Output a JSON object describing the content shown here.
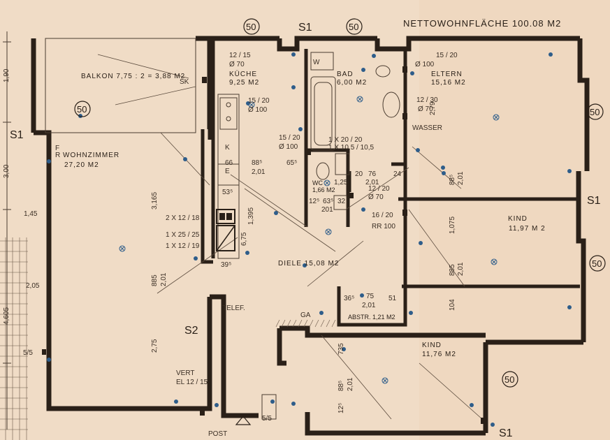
{
  "title": "NETTOWOHNFLÄCHE 100.08 M2",
  "markers": {
    "circle_50": "50",
    "s1": "S1",
    "s2": "S2"
  },
  "rooms": {
    "balkon": "BALKON 7,75 : 2 = 3,88 M2",
    "kueche_name": "KÜCHE",
    "kueche_area": "9,25 M2",
    "bad_name": "BAD",
    "bad_area": "6,00 M2",
    "eltern_name": "ELTERN",
    "eltern_area": "15,16 M2",
    "wohnzimmer_name": "WOHNZIMMER",
    "wohnzimmer_area": "27,20 M2",
    "wc_name": "WC",
    "wc_area": "1,66 M2",
    "kind1_name": "KIND",
    "kind1_area": "11,97 M 2",
    "diele": "DIELE 15,08 M2",
    "abstr": "ABSTR. 1,21 M2",
    "kind2_name": "KIND",
    "kind2_area": "11,76 M2"
  },
  "annotations": {
    "sk": "SK",
    "kueche_vent": "12 / 15",
    "kueche_vent_d": "Ø 70",
    "kueche_vent2": "15 / 20",
    "kueche_vent2_d": "Ø 100",
    "eltern_vent": "15 / 20",
    "eltern_vent_d": "Ø 100",
    "eltern_vent2": "12 / 30",
    "eltern_vent2_d": "Ø 70",
    "wasser": "WASSER",
    "diele_vent": "15 / 20",
    "diele_vent_d": "Ø 100",
    "bad_shaft1": "1 X 20 / 20",
    "bad_shaft2": "1 X 10,5 / 10,5",
    "wc_vent": "12 / 20",
    "wc_vent_d": "Ø 70",
    "rr_vent": "16 / 20",
    "rr100": "RR 100",
    "chimney1": "2 X 12 / 18",
    "chimney2": "1 X 25 / 25",
    "chimney3": "1 X 12 / 19",
    "telef": "TELEF.",
    "vert": "VERT",
    "el": "EL 12 / 15",
    "post": "POST",
    "ga": "GA",
    "w_label": "W",
    "f_label": "F",
    "r_label": "R",
    "k_label": "K",
    "e_label": "E"
  },
  "dimensions": {
    "d190": "1,90",
    "d300": "3,00",
    "d145": "1,45",
    "d205": "2,05",
    "d4605": "4,605",
    "d575a": "5/5",
    "d575b": "5/5",
    "d3165": "3,165",
    "d885a": "885",
    "d201a": "2,01",
    "d275": "2,75",
    "d66": "66",
    "d885b": "88⁵",
    "d201b": "2,01",
    "d655": "65⁵",
    "d535": "53⁵",
    "d1395": "1,395",
    "d675": "6,75",
    "d395": "39⁵",
    "d279": "2,79",
    "d201c": "2,01",
    "d885c": "88⁵",
    "d20": "20",
    "d76": "76",
    "d24": "24",
    "d201d": "2,01",
    "d125a": "1,25",
    "d125b": "12⁵",
    "d635": "63⁵",
    "d201e": "201",
    "d32": "32",
    "d1075": "1,075",
    "d885d": "885",
    "d201f": "2,01",
    "d104": "104",
    "d365": "36⁵",
    "d75": "75",
    "d51": "51",
    "d201g": "2,01",
    "d735": "735",
    "d885e": "88⁵",
    "d201h": "2,01",
    "d125c": "12⁵"
  }
}
